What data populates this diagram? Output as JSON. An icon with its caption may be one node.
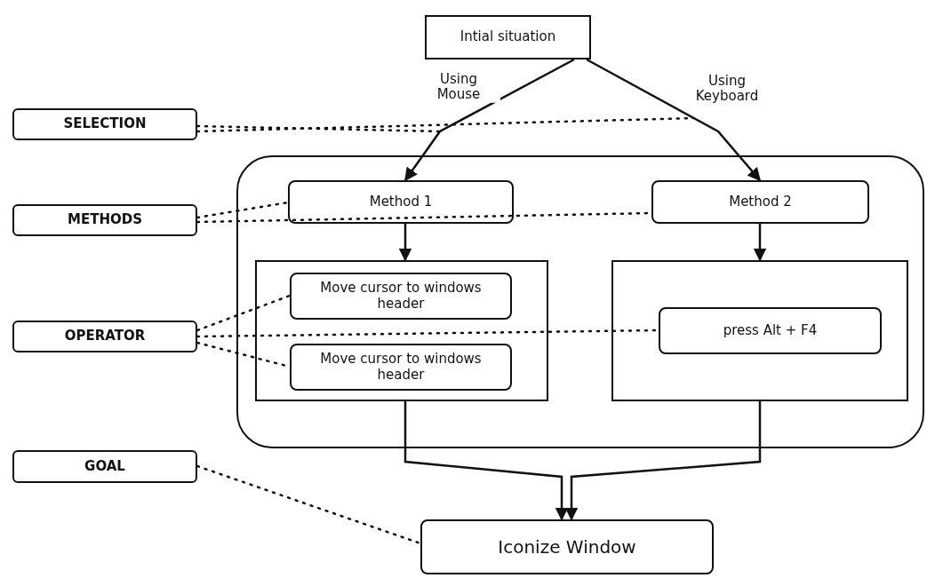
{
  "diagram": {
    "nodes": [
      {
        "text": [
          "Intial situation"
        ]
      },
      {
        "text": [
          "SELECTION"
        ]
      },
      {
        "text": [
          "METHODS"
        ]
      },
      {
        "text": [
          "OPERATOR"
        ]
      },
      {
        "text": [
          "GOAL"
        ]
      },
      {
        "text": [],
        "shape": "box"
      },
      {
        "text": [
          "Method 1"
        ],
        "in": 5
      },
      {
        "text": [
          "Method 2"
        ],
        "in": 5
      },
      {
        "text": [],
        "shape": "box",
        "in": 5
      },
      {
        "text": [],
        "shape": "box",
        "in": 5
      },
      {
        "text": [
          "Move cursor to windows header"
        ],
        "in": 8
      },
      {
        "text": [
          "Move cursor to windows header"
        ],
        "in": 8
      },
      {
        "text": [
          "press Alt + F4"
        ],
        "in": 9
      },
      {
        "text": [
          "Iconize Window"
        ]
      }
    ],
    "edges": [
      {
        "from": 0,
        "to": 6,
        "arrow": "to",
        "label": "Using Mouse"
      },
      {
        "from": 0,
        "to": 7,
        "arrow": "to",
        "label": "Using Keyboard"
      },
      {
        "from": 6,
        "to": 8,
        "arrow": "to"
      },
      {
        "from": 7,
        "to": 9,
        "arrow": "to"
      },
      {
        "from": 8,
        "to": 13,
        "arrow": "to"
      },
      {
        "from": 9,
        "to": 13,
        "arrow": "to"
      },
      {
        "from": 1,
        "to": null,
        "arrow": "none",
        "style": "dashed"
      },
      {
        "from": 1,
        "to": null,
        "arrow": "none",
        "style": "dashed"
      },
      {
        "from": 2,
        "to": 6,
        "arrow": "none",
        "style": "dashed"
      },
      {
        "from": 2,
        "to": 7,
        "arrow": "none",
        "style": "dashed"
      },
      {
        "from": 3,
        "to": 10,
        "arrow": "none",
        "style": "dashed"
      },
      {
        "from": 3,
        "to": 11,
        "arrow": "none",
        "style": "dashed"
      },
      {
        "from": 3,
        "to": 12,
        "arrow": "none",
        "style": "dashed"
      },
      {
        "from": 4,
        "to": 13,
        "arrow": "none",
        "style": "dashed"
      }
    ]
  }
}
